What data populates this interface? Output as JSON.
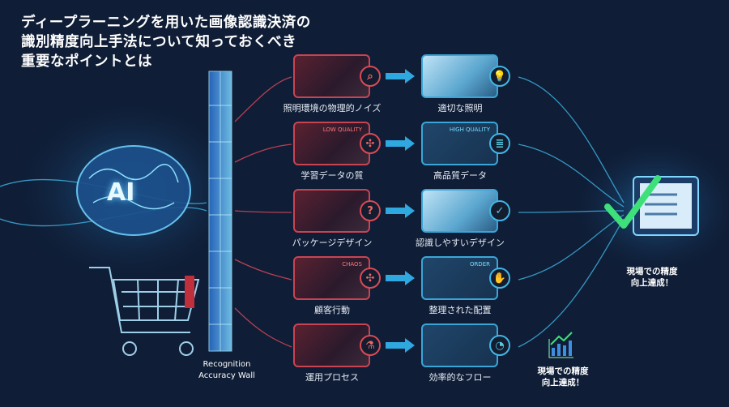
{
  "title": {
    "lines": [
      "ディープラーニングを用いた画像認識決済の",
      "識別精度向上手法について知っておくべき",
      "重要なポイントとは"
    ]
  },
  "ai_label": "AI",
  "wall_label": {
    "line1": "Recognition",
    "line2": "Accuracy Wall"
  },
  "rows": [
    {
      "problem": "照明環境の物理的ノイズ",
      "problem_icon": "magnifier-icon",
      "solution": "適切な照明",
      "solution_icon": "lightbulb-icon"
    },
    {
      "problem": "学習データの質",
      "problem_icon": "network-icon",
      "problem_tag": "LOW QUALITY",
      "solution": "高品質データ",
      "solution_icon": "database-icon",
      "solution_tag": "HIGH QUALITY"
    },
    {
      "problem": "パッケージデザイン",
      "problem_icon": "question-icon",
      "solution": "認識しやすいデザイン",
      "solution_icon": "check-icon"
    },
    {
      "problem": "顧客行動",
      "problem_icon": "network-icon",
      "problem_tag": "CHAOS",
      "solution": "整理された配置",
      "solution_icon": "hand-icon",
      "solution_tag": "ORDER"
    },
    {
      "problem": "運用プロセス",
      "problem_icon": "flask-icon",
      "solution": "効率的なフロー",
      "solution_icon": "gauge-icon"
    }
  ],
  "result_top": {
    "line1": "現場での精度",
    "line2": "向上達成！"
  },
  "result_bottom": {
    "line1": "現場での精度",
    "line2": "向上達成！"
  },
  "colors": {
    "background": "#0f1d36",
    "problem": "#d94a55",
    "solution": "#3fb6e6",
    "check": "#3ee07a"
  }
}
